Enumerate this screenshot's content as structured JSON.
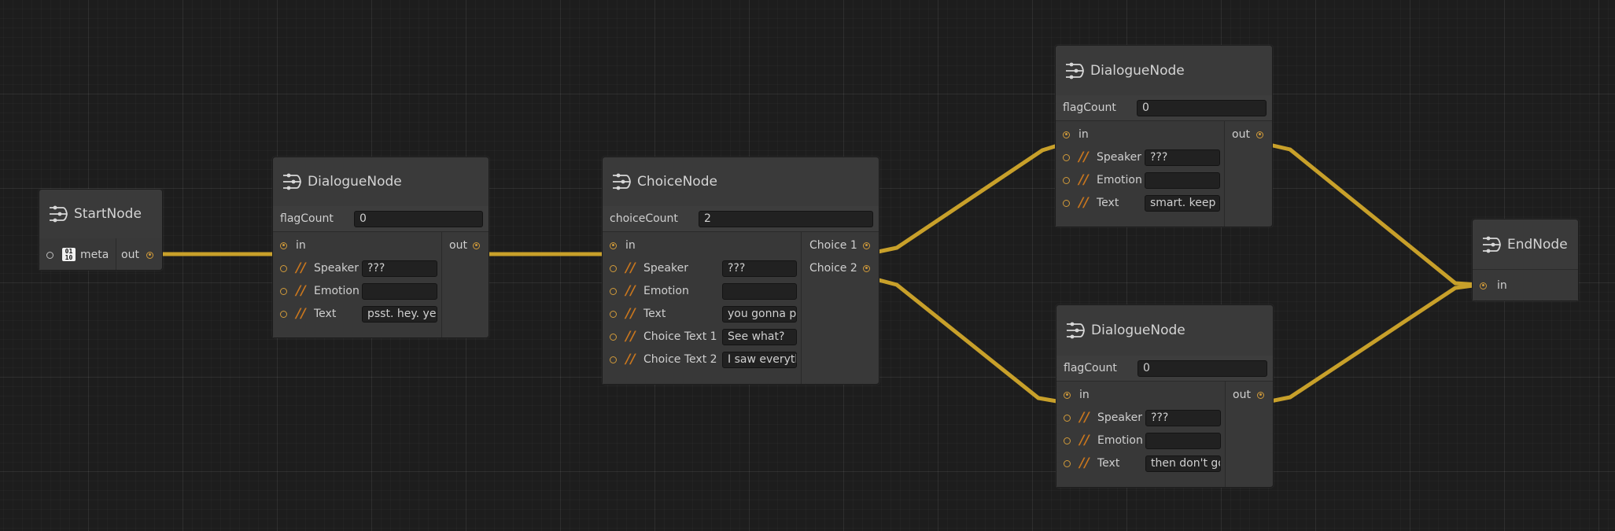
{
  "colors": {
    "edge": "#c8a02a",
    "port": "#d09a3a",
    "string_icon": "#c8761e"
  },
  "nodes": {
    "start": {
      "title": "StartNode",
      "icon": "node-graph-icon",
      "inputs": [
        {
          "label": "meta",
          "icon": "binary-icon"
        }
      ],
      "output": "out"
    },
    "dialogue1": {
      "title": "DialogueNode",
      "icon": "node-graph-icon",
      "field": {
        "label": "flagCount",
        "value": "0"
      },
      "inputs": [
        {
          "label": "in"
        },
        {
          "label": "Speaker",
          "value": "???"
        },
        {
          "label": "Emotion",
          "value": ""
        },
        {
          "label": "Text",
          "value": "psst. hey. ye"
        }
      ],
      "output": "out"
    },
    "choice": {
      "title": "ChoiceNode",
      "icon": "node-graph-icon",
      "field": {
        "label": "choiceCount",
        "value": "2"
      },
      "inputs": [
        {
          "label": "in"
        },
        {
          "label": "Speaker",
          "value": "???"
        },
        {
          "label": "Emotion",
          "value": ""
        },
        {
          "label": "Text",
          "value": "you gonna pr"
        },
        {
          "label": "Choice Text 1",
          "value": "See what?"
        },
        {
          "label": "Choice Text 2",
          "value": "I saw everyth"
        }
      ],
      "outputs": [
        "Choice 1",
        "Choice 2"
      ]
    },
    "dialogue2": {
      "title": "DialogueNode",
      "icon": "node-graph-icon",
      "field": {
        "label": "flagCount",
        "value": "0"
      },
      "inputs": [
        {
          "label": "in"
        },
        {
          "label": "Speaker",
          "value": "???"
        },
        {
          "label": "Emotion",
          "value": ""
        },
        {
          "label": "Text",
          "value": "smart. keep i"
        }
      ],
      "output": "out"
    },
    "dialogue3": {
      "title": "DialogueNode",
      "icon": "node-graph-icon",
      "field": {
        "label": "flagCount",
        "value": "0"
      },
      "inputs": [
        {
          "label": "in"
        },
        {
          "label": "Speaker",
          "value": "???"
        },
        {
          "label": "Emotion",
          "value": ""
        },
        {
          "label": "Text",
          "value": "then don't go"
        }
      ],
      "output": "out"
    },
    "end": {
      "title": "EndNode",
      "icon": "node-graph-icon",
      "inputs": [
        {
          "label": "in"
        }
      ]
    }
  }
}
